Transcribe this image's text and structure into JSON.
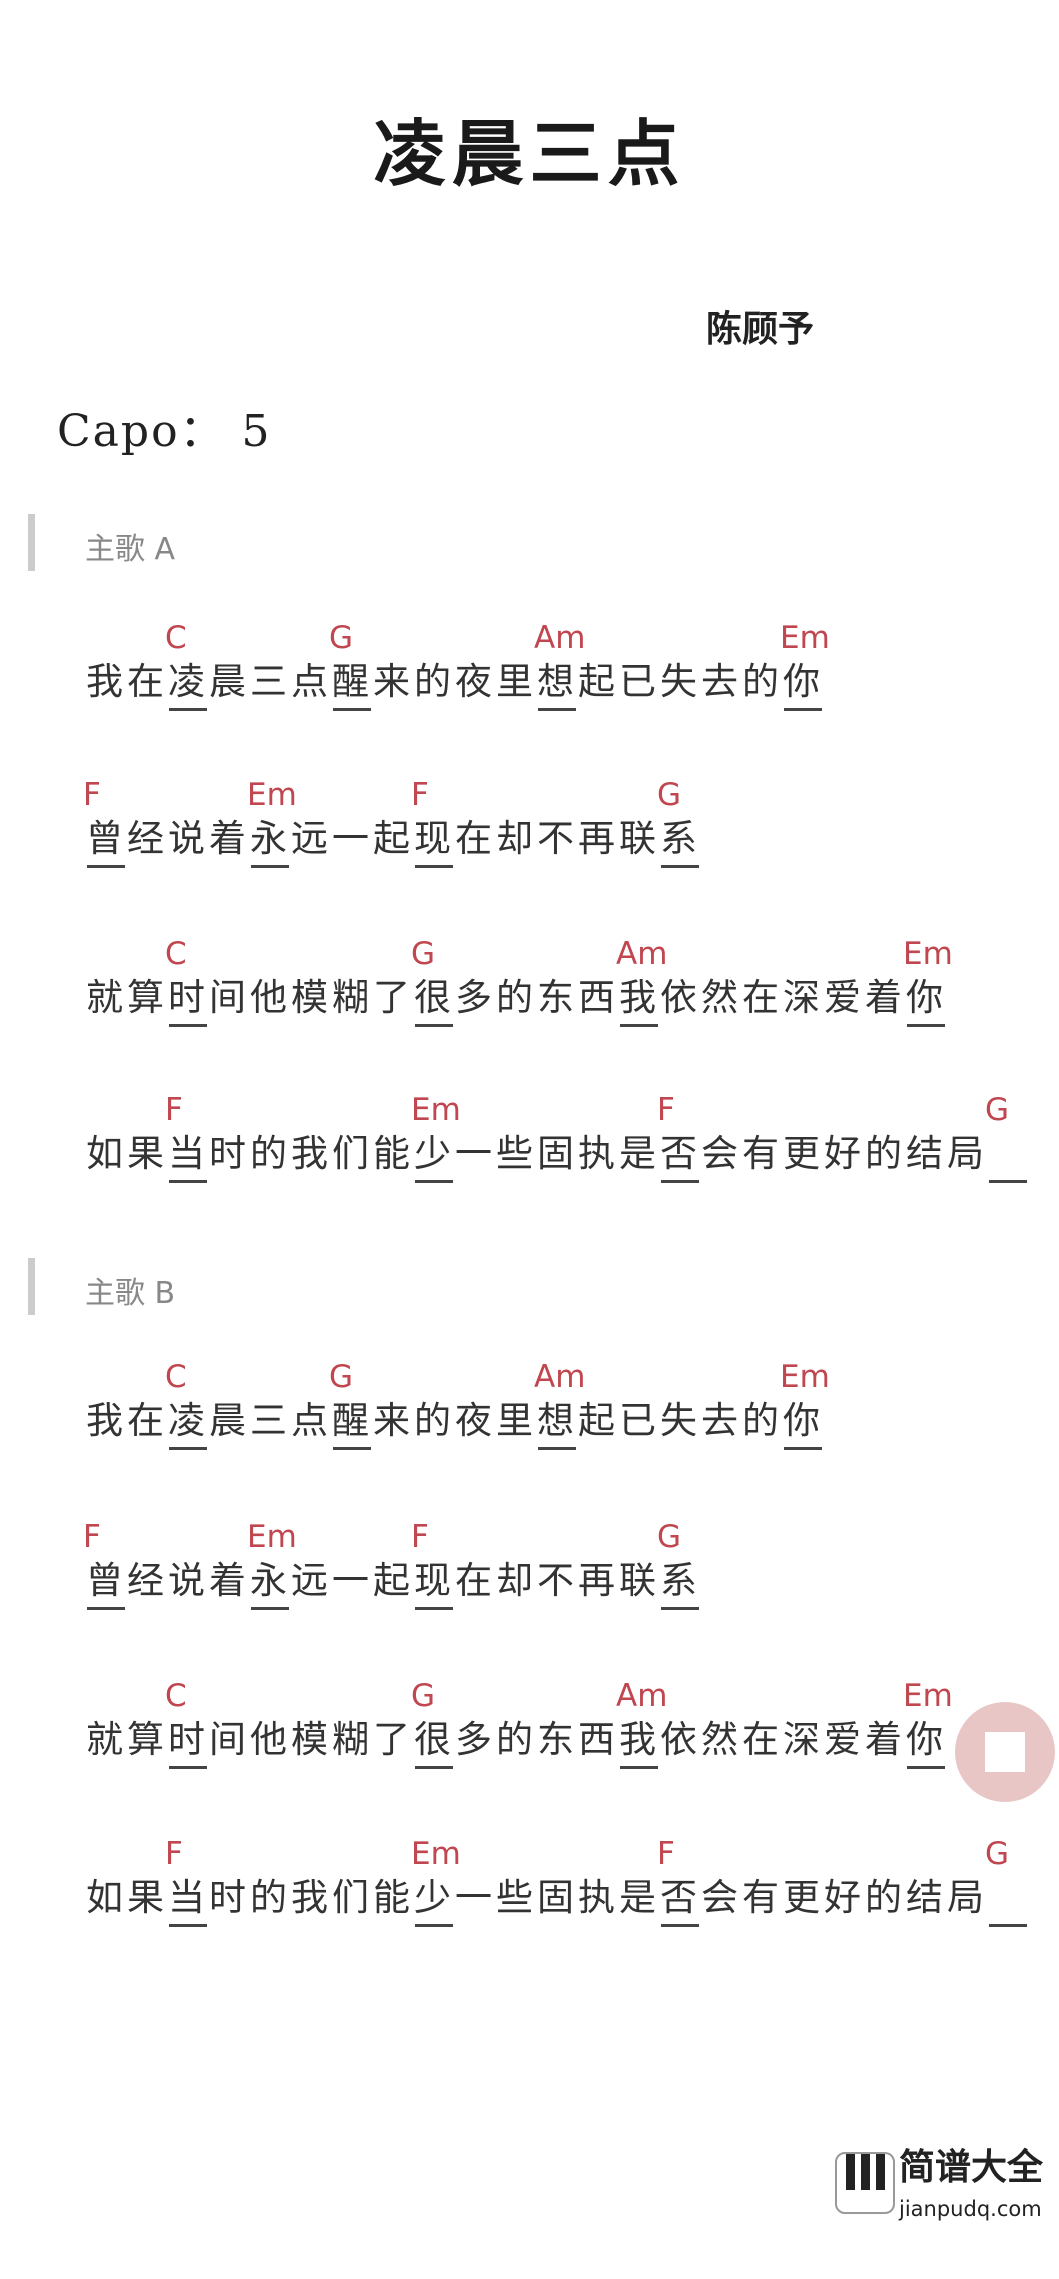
{
  "title": "凌晨三点",
  "artist": "陈顾予",
  "capo": "Capo： 5",
  "colors": {
    "chord": "#c0464f",
    "fab": "#e9c6c6"
  },
  "sections": [
    {
      "label": "主歌 A",
      "lines": [
        {
          "lyric": "我在凌晨三点醒来的夜里想起已失去的你",
          "chords": [
            {
              "at": 2,
              "name": "C"
            },
            {
              "at": 6,
              "name": "G"
            },
            {
              "at": 11,
              "name": "Am"
            },
            {
              "at": 17,
              "name": "Em"
            }
          ]
        },
        {
          "lyric": "曾经说着永远一起现在却不再联系",
          "chords": [
            {
              "at": 0,
              "name": "F"
            },
            {
              "at": 4,
              "name": "Em"
            },
            {
              "at": 8,
              "name": "F"
            },
            {
              "at": 14,
              "name": "G"
            }
          ]
        },
        {
          "lyric": "就算时间他模糊了很多的东西我依然在深爱着你",
          "chords": [
            {
              "at": 2,
              "name": "C"
            },
            {
              "at": 8,
              "name": "G"
            },
            {
              "at": 13,
              "name": "Am"
            },
            {
              "at": 20,
              "name": "Em"
            }
          ]
        },
        {
          "lyric": "如果当时的我们能少一些固执是否会有更好的结局",
          "chords": [
            {
              "at": 2,
              "name": "F"
            },
            {
              "at": 8,
              "name": "Em"
            },
            {
              "at": 14,
              "name": "F"
            },
            {
              "at": 22,
              "name": "G"
            }
          ]
        }
      ]
    },
    {
      "label": "主歌 B",
      "lines": [
        {
          "lyric": "我在凌晨三点醒来的夜里想起已失去的你",
          "chords": [
            {
              "at": 2,
              "name": "C"
            },
            {
              "at": 6,
              "name": "G"
            },
            {
              "at": 11,
              "name": "Am"
            },
            {
              "at": 17,
              "name": "Em"
            }
          ]
        },
        {
          "lyric": "曾经说着永远一起现在却不再联系",
          "chords": [
            {
              "at": 0,
              "name": "F"
            },
            {
              "at": 4,
              "name": "Em"
            },
            {
              "at": 8,
              "name": "F"
            },
            {
              "at": 14,
              "name": "G"
            }
          ]
        },
        {
          "lyric": "就算时间他模糊了很多的东西我依然在深爱着你",
          "chords": [
            {
              "at": 2,
              "name": "C"
            },
            {
              "at": 8,
              "name": "G"
            },
            {
              "at": 13,
              "name": "Am"
            },
            {
              "at": 20,
              "name": "Em"
            }
          ]
        },
        {
          "lyric": "如果当时的我们能少一些固执是否会有更好的结局",
          "chords": [
            {
              "at": 2,
              "name": "F"
            },
            {
              "at": 8,
              "name": "Em"
            },
            {
              "at": 14,
              "name": "F"
            },
            {
              "at": 22,
              "name": "G"
            }
          ]
        }
      ]
    }
  ],
  "floating_button": {
    "icon": "stop-square-icon"
  },
  "watermark": {
    "name": "简谱大全",
    "url": "jianpudq.com",
    "icon": "piano-keys-icon"
  }
}
